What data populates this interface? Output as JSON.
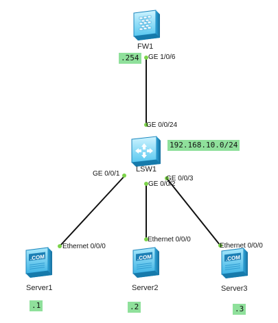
{
  "devices": {
    "fw1": {
      "label": "FW1"
    },
    "lsw1": {
      "label": "LSW1"
    },
    "server1": {
      "label": "Server1",
      "icon_text": ".COM"
    },
    "server2": {
      "label": "Server2",
      "icon_text": ".COM"
    },
    "server3": {
      "label": "Server3",
      "icon_text": ".COM"
    }
  },
  "ports": {
    "fw1_ge": "GE 1/0/6",
    "lsw1_up": "GE 0/0/24",
    "lsw1_p1": "GE 0/0/1",
    "lsw1_p2": "GE 0/0/2",
    "lsw1_p3": "GE 0/0/3",
    "s1_eth": "Ethernet 0/0/0",
    "s2_eth": "Ethernet 0/0/0",
    "s3_eth": "Ethernet 0/0/0"
  },
  "tags": {
    "fw1_ip": ".254",
    "subnet": "192.168.10.0/24",
    "s1_ip": ".1",
    "s2_ip": ".2",
    "s3_ip": ".3"
  },
  "colors": {
    "link": "#111111",
    "port_dot": "#7cd34a",
    "tag_bg": "#8fe09b",
    "device_light": "#bfefff",
    "device_mid": "#4fc3ee",
    "device_dark": "#1f8fc7"
  },
  "icons": {
    "fw1": "firewall-icon",
    "lsw1": "switch-icon",
    "server": "server-icon"
  }
}
